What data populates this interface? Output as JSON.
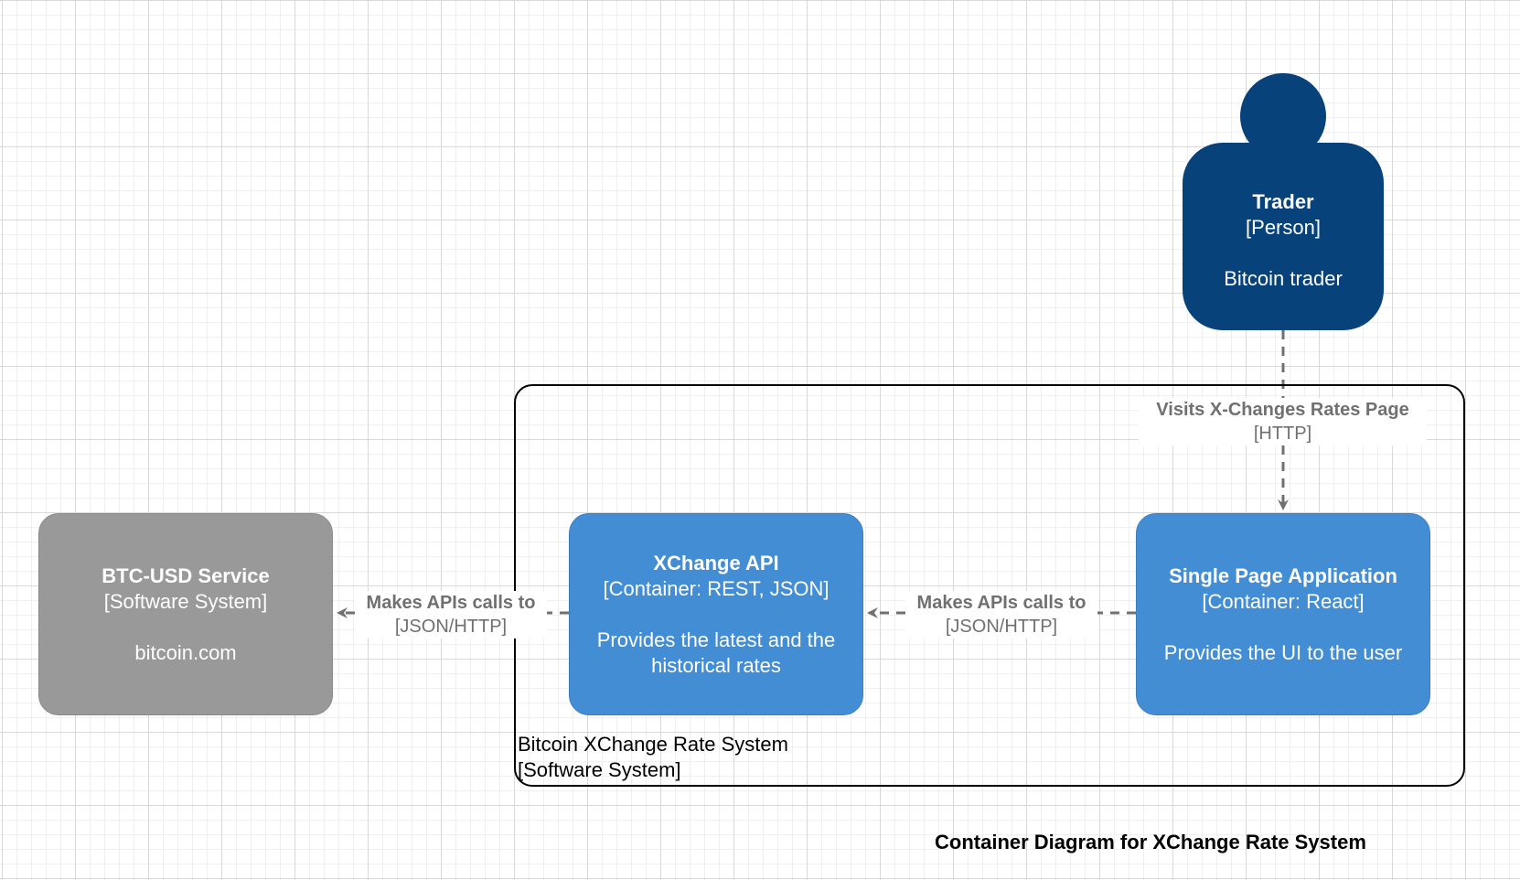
{
  "diagram": {
    "title": "Container Diagram for XChange Rate System",
    "colors": {
      "person": "#08427b",
      "container": "#438dd5",
      "external_system": "#999999",
      "relationship": "#707070",
      "boundary": "#000000"
    },
    "person": {
      "name": "Trader",
      "type": "[Person]",
      "description": "Bitcoin trader"
    },
    "boundary": {
      "name": "Bitcoin XChange Rate System",
      "type": "[Software System]"
    },
    "containers": {
      "spa": {
        "name": "Single Page Application",
        "type": "[Container: React]",
        "description": "Provides the UI to the user"
      },
      "api": {
        "name": "XChange API",
        "type": "[Container: REST, JSON]",
        "description_line1": "Provides the latest and the",
        "description_line2": "historical rates"
      }
    },
    "external_system": {
      "name": "BTC-USD Service",
      "type": "[Software System]",
      "description": "bitcoin.com"
    },
    "relationships": {
      "trader_to_spa": {
        "label": "Visits X-Changes Rates Page",
        "technology": "[HTTP]"
      },
      "spa_to_api": {
        "label": "Makes APIs calls to",
        "technology": "[JSON/HTTP]"
      },
      "api_to_external": {
        "label": "Makes APIs calls to",
        "technology": "[JSON/HTTP]"
      }
    }
  }
}
